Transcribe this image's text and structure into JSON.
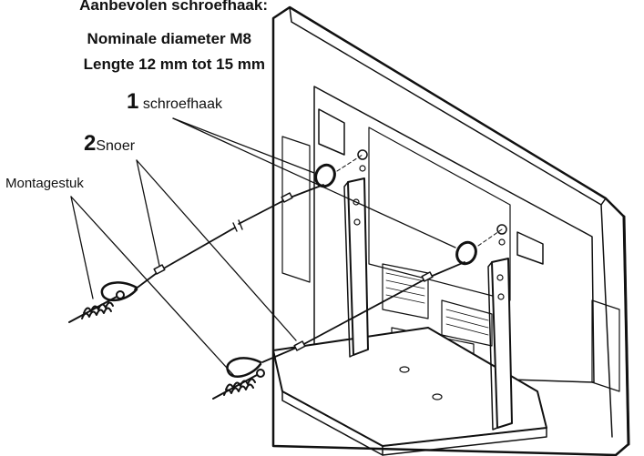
{
  "header": {
    "line1": "Aanbevolen schroefhaak:",
    "line2": "Nominale diameter M8",
    "line3": "Lengte 12 mm tot 15 mm"
  },
  "callouts": {
    "hook": {
      "number": "1",
      "text": "schroefhaak"
    },
    "cord": {
      "number": "2",
      "text": "Snoer"
    },
    "mount": {
      "text": "Montagestuk"
    }
  }
}
